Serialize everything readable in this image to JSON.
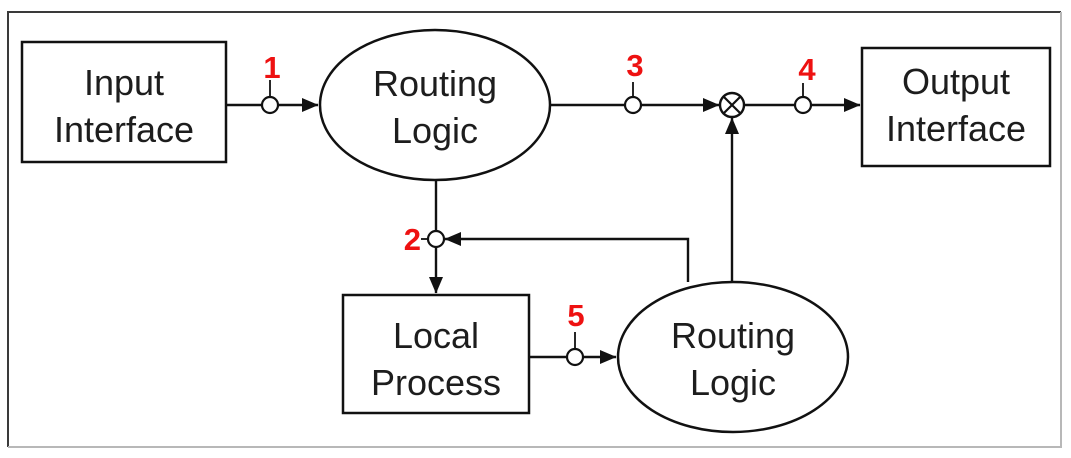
{
  "figure": {
    "marker_color": "#ee1111",
    "line_color": "#111111",
    "frame_dark_color": "#3a3a3a",
    "frame_light_color": "#b8b8b8",
    "node_fill": "#ffffff",
    "nodes": {
      "input_interface": {
        "line1": "Input",
        "line2": "Interface"
      },
      "routing_logic_top": {
        "line1": "Routing",
        "line2": "Logic"
      },
      "output_interface": {
        "line1": "Output",
        "line2": "Interface"
      },
      "local_process": {
        "line1": "Local",
        "line2": "Process"
      },
      "routing_logic_bottom": {
        "line1": "Routing",
        "line2": "Logic"
      }
    },
    "markers": {
      "m1": "1",
      "m2": "2",
      "m3": "3",
      "m4": "4",
      "m5": "5"
    }
  }
}
